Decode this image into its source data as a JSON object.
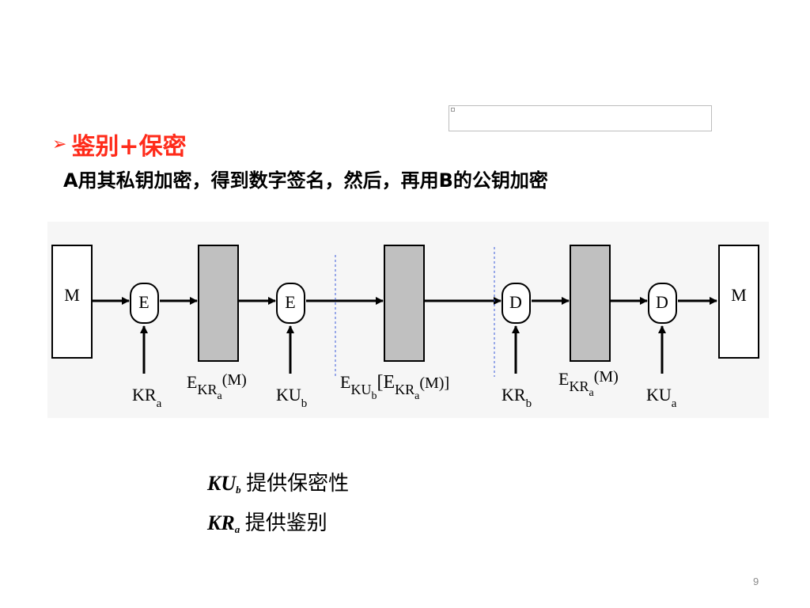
{
  "heading": {
    "bullet": "➢",
    "text": "鉴别+保密"
  },
  "subtitle": "A用其私钥加密，得到数字签名，然后，再用B的公钥加密",
  "diagram": {
    "nodes": [
      {
        "label": "M"
      },
      {
        "label": "E"
      },
      {
        "label": "E"
      },
      {
        "label": "D"
      },
      {
        "label": "D"
      },
      {
        "label": "M"
      }
    ],
    "keys": [
      {
        "base": "KR",
        "sub": "a"
      },
      {
        "base": "KU",
        "sub": "b"
      },
      {
        "base": "KR",
        "sub": "b"
      },
      {
        "base": "KU",
        "sub": "a"
      }
    ],
    "captions": {
      "c1": "E_{KR_a}(M)",
      "c2": "E_{KU_b}[E_{KR_a}(M)]",
      "c3": "E_{KR_a}(M)"
    }
  },
  "notes": [
    {
      "symbol": "KU",
      "sub": "b",
      "text": "提供保密性"
    },
    {
      "symbol": "KR",
      "sub": "a",
      "text": "提供鉴别"
    }
  ],
  "page_number": "9",
  "colors": {
    "heading": "#ff2b1a",
    "box_fill": "#c0c0c0",
    "dashed": "#3b5bdb"
  }
}
